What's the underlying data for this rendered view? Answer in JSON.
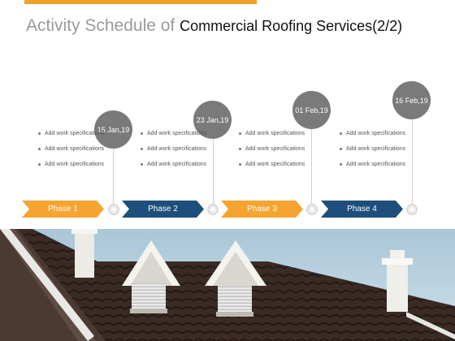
{
  "slide": {
    "title_part1": "Activity Schedule of ",
    "title_part2": "Commercial Roofing Services(2/2)"
  },
  "milestones": [
    {
      "date": "15 Jan,19",
      "bullets": [
        "Add work specifications",
        "Add work specifications",
        "Add work specifications"
      ]
    },
    {
      "date": "23 Jan,19",
      "bullets": [
        "Add work specifications",
        "Add work specifications",
        "Add work specifications"
      ]
    },
    {
      "date": "01 Feb,19",
      "bullets": [
        "Add work specifications",
        "Add work specifications",
        "Add work specifications"
      ]
    },
    {
      "date": "16 Feb,19",
      "bullets": [
        "Add work specifications",
        "Add work specifications",
        "Add work specifications"
      ]
    }
  ],
  "phases": [
    {
      "label": "Phase 1",
      "color": "#f5a431"
    },
    {
      "label": "Phase 2",
      "color": "#1e4f7c"
    },
    {
      "label": "Phase 3",
      "color": "#f5a431"
    },
    {
      "label": "Phase 4",
      "color": "#1e4f7c"
    }
  ],
  "colors": {
    "accent": "#f0a12a",
    "orange": "#f5a431",
    "blue": "#1e4f7c",
    "circle": "#7a7a7a"
  },
  "image": {
    "subject": "roof-with-dormers-photo"
  }
}
